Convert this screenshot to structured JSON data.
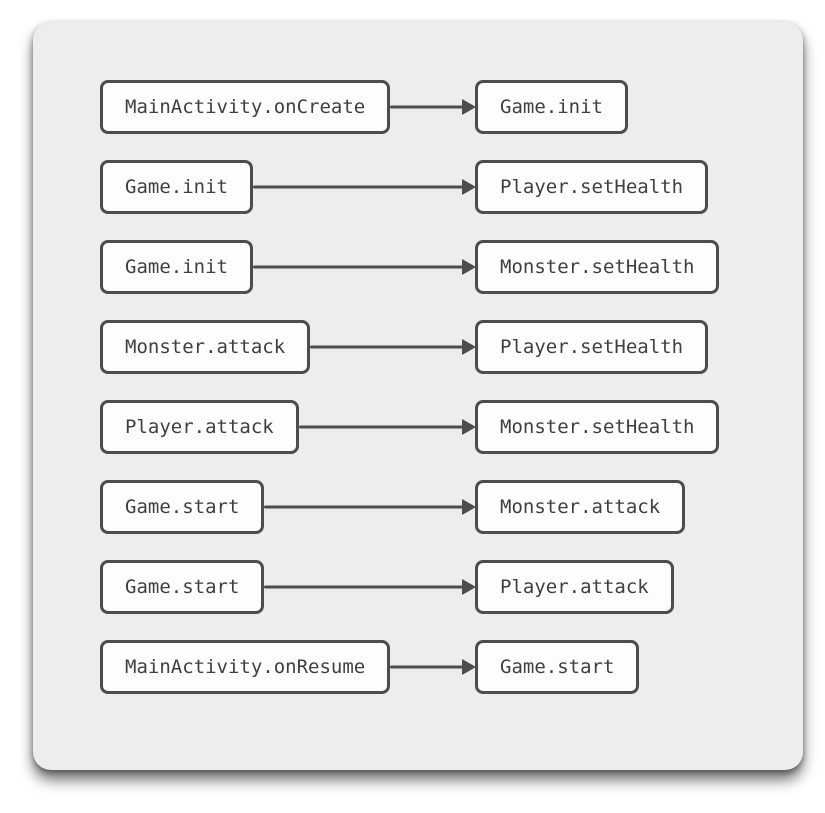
{
  "diagram": {
    "kind": "method-call-graph",
    "colors": {
      "card_background": "#ededec",
      "node_background": "#fdfdfd",
      "node_border": "#4d4d4d",
      "text": "#3f3f3f",
      "arrow": "#4d4d4d"
    },
    "edges": [
      {
        "from": "MainActivity.onCreate",
        "to": "Game.init"
      },
      {
        "from": "Game.init",
        "to": "Player.setHealth"
      },
      {
        "from": "Game.init",
        "to": "Monster.setHealth"
      },
      {
        "from": "Monster.attack",
        "to": "Player.setHealth"
      },
      {
        "from": "Player.attack",
        "to": "Monster.setHealth"
      },
      {
        "from": "Game.start",
        "to": "Monster.attack"
      },
      {
        "from": "Game.start",
        "to": "Player.attack"
      },
      {
        "from": "MainActivity.onResume",
        "to": "Game.start"
      }
    ]
  }
}
